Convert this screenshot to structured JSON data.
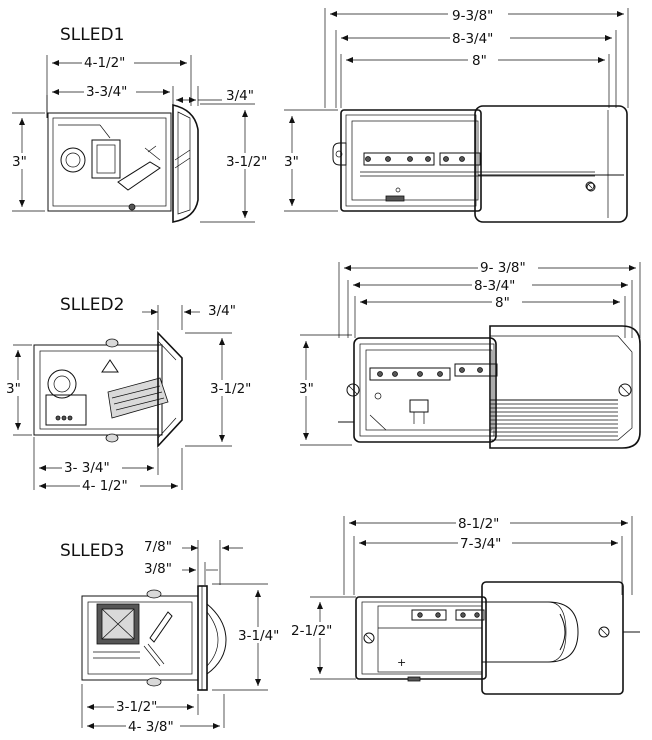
{
  "figures": [
    {
      "id": "slled1",
      "title": "SLLED1",
      "side_view": {
        "width_overall": "4-1/2\"",
        "width_body": "3-3/4\"",
        "trim_depth": "3/4\"",
        "height": "3\"",
        "faceplate_height": "3-1/2\""
      },
      "front_view": {
        "length_overall": "9-3/8\"",
        "length_mid": "8-3/4\"",
        "length_body": "8\"",
        "height": "3\""
      }
    },
    {
      "id": "slled2",
      "title": "SLLED2",
      "side_view": {
        "trim_depth": "3/4\"",
        "height": "3\"",
        "faceplate_height": "3-1/2\"",
        "width_body": "3- 3/4\"",
        "width_overall": "4- 1/2\""
      },
      "front_view": {
        "length_overall": "9- 3/8\"",
        "length_mid": "8-3/4\"",
        "length_body": "8\"",
        "height": "3\""
      }
    },
    {
      "id": "slled3",
      "title": "SLLED3",
      "side_view": {
        "trim_offset": "7/8\"",
        "trim_depth": "3/8\"",
        "faceplate_height": "3-1/4\"",
        "width_body": "3-1/2\"",
        "width_overall": "4- 3/8\""
      },
      "front_view": {
        "length_overall": "8-1/2\"",
        "length_body": "7-3/4\"",
        "height": "2-1/2\""
      }
    }
  ]
}
